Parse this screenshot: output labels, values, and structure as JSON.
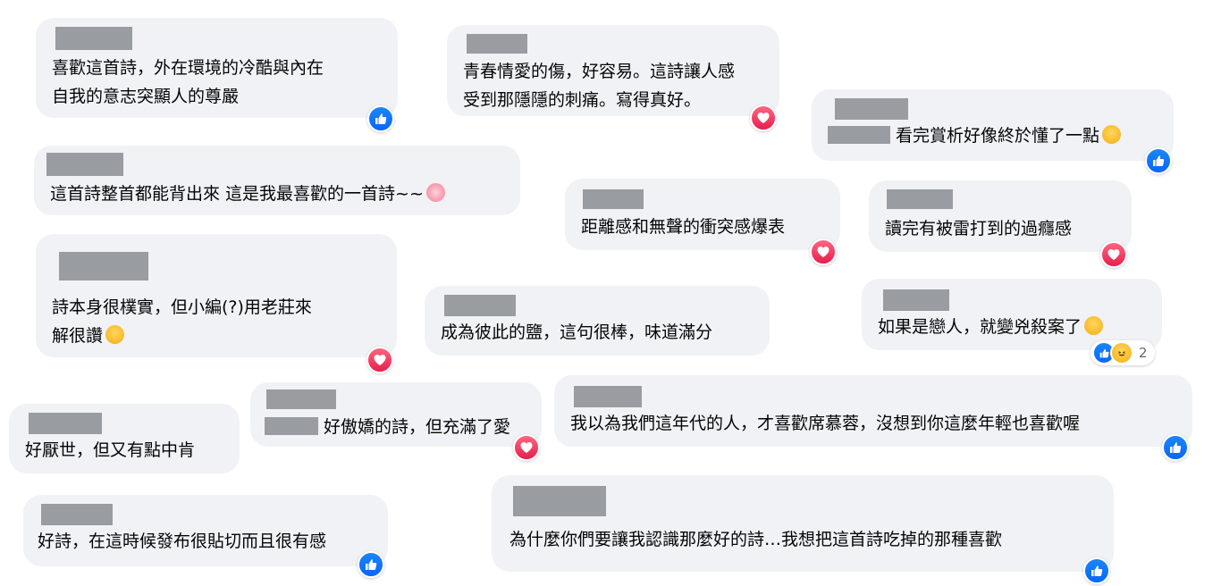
{
  "comments": [
    {
      "text_lines": [
        "喜歡這首詩，外在環境的冷酷與內在",
        "自我的意志突顯人的尊嚴"
      ],
      "reaction": "like"
    },
    {
      "text_lines": [
        "青春情愛的傷，好容易。這詩讓人感",
        "受到那隱隱的刺痛。寫得真好。"
      ],
      "reaction": "love"
    },
    {
      "text_lines": [
        "看完賞析好像終於懂了一點"
      ],
      "reaction": "like",
      "emoji": "laugh-tear"
    },
    {
      "text_lines": [
        "這首詩整首都能背出來 這是我最喜歡的一首詩~~"
      ],
      "emoji": "blossom"
    },
    {
      "text_lines": [
        "距離感和無聲的衝突感爆表"
      ],
      "reaction": "love"
    },
    {
      "text_lines": [
        "讀完有被雷打到的過癮感"
      ],
      "reaction": "love"
    },
    {
      "text_lines": [
        "詩本身很樸實，但小編(?)用老莊來",
        "解很讚"
      ],
      "reaction": "love",
      "emoji": "smile"
    },
    {
      "text_lines": [
        "成為彼此的鹽，這句很棒，味道滿分"
      ]
    },
    {
      "text_lines": [
        "如果是戀人，就變兇殺案了"
      ],
      "emoji": "laugh-tear",
      "reaction_count": "2"
    },
    {
      "text_lines": [
        "好厭世，但又有點中肯"
      ]
    },
    {
      "text_lines": [
        "好傲嬌的詩，但充滿了愛"
      ],
      "reaction": "love"
    },
    {
      "text_lines": [
        "我以為我們這年代的人，才喜歡席慕蓉，沒想到你這麼年輕也喜歡喔"
      ],
      "reaction": "like"
    },
    {
      "text_lines": [
        "好詩，在這時候發布很貼切而且很有感"
      ],
      "reaction": "like"
    },
    {
      "text_lines": [
        "為什麼你們要讓我認識那麼好的詩…我想把這首詩吃掉的那種喜歡"
      ],
      "reaction": "like"
    }
  ],
  "colors": {
    "bubble": "#f0f2f5",
    "like": "#0866ff",
    "love": "#e61e4d",
    "redacted": "#8a8d91"
  }
}
